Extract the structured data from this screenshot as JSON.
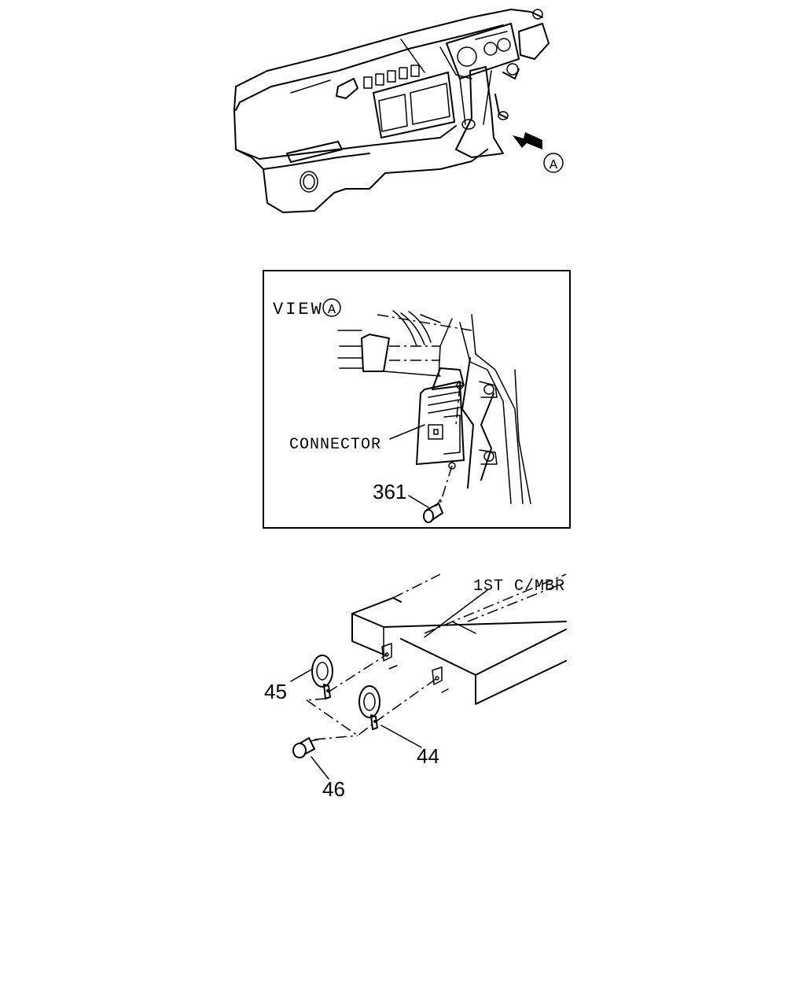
{
  "overview": {
    "view_marker": "A"
  },
  "view_panel": {
    "title": "VIEW",
    "title_marker": "A",
    "connector_label": "CONNECTOR",
    "part_361": "361"
  },
  "horn_area": {
    "member_label": "1ST C/MBR",
    "part_45": "45",
    "part_44": "44",
    "part_46": "46"
  },
  "colors": {
    "line": "#000000",
    "background": "#ffffff"
  }
}
